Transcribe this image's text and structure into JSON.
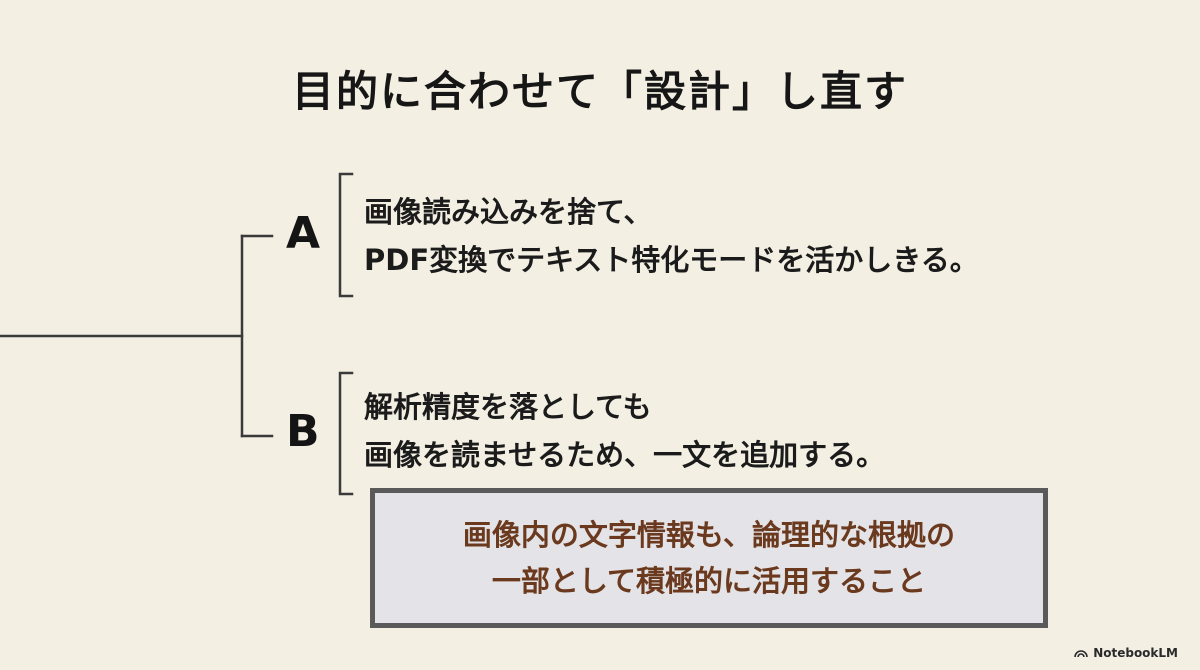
{
  "title": "目的に合わせて「設計」し直す",
  "branches": [
    {
      "label": "A",
      "lines": [
        "画像読み込みを捨て、",
        "PDF変換でテキスト特化モードを活かしきる。"
      ]
    },
    {
      "label": "B",
      "lines": [
        "解析精度を落としても",
        "画像を読ませるため、一文を追加する。"
      ]
    }
  ],
  "callout": {
    "lines": [
      "画像内の文字情報も、論理的な根拠の",
      "一部として積極的に活用すること"
    ],
    "text_color": "#6b3a1e",
    "background_color": "#e4e4e8",
    "border_color": "#5a5a5a"
  },
  "branding": {
    "icon": "notebooklm-logo-icon",
    "text": "NotebookLM"
  }
}
